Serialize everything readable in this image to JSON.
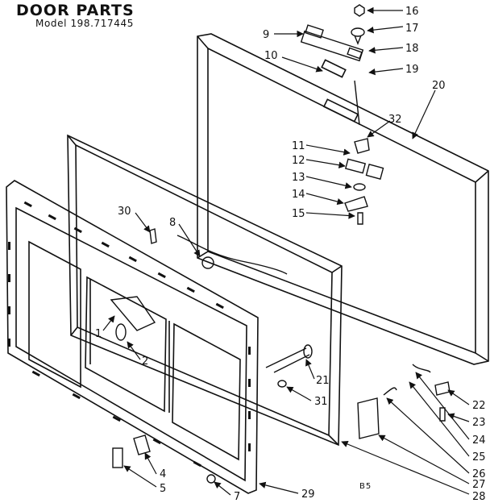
{
  "header": {
    "title": "DOOR PARTS",
    "model": "Model 198.717445"
  },
  "footer_code": "B5",
  "callouts": [
    "1",
    "2",
    "4",
    "5",
    "7",
    "8",
    "9",
    "10",
    "11",
    "12",
    "13",
    "14",
    "15",
    "16",
    "17",
    "18",
    "19",
    "20",
    "21",
    "22",
    "23",
    "24",
    "25",
    "26",
    "27",
    "28",
    "29",
    "30",
    "31",
    "32"
  ]
}
